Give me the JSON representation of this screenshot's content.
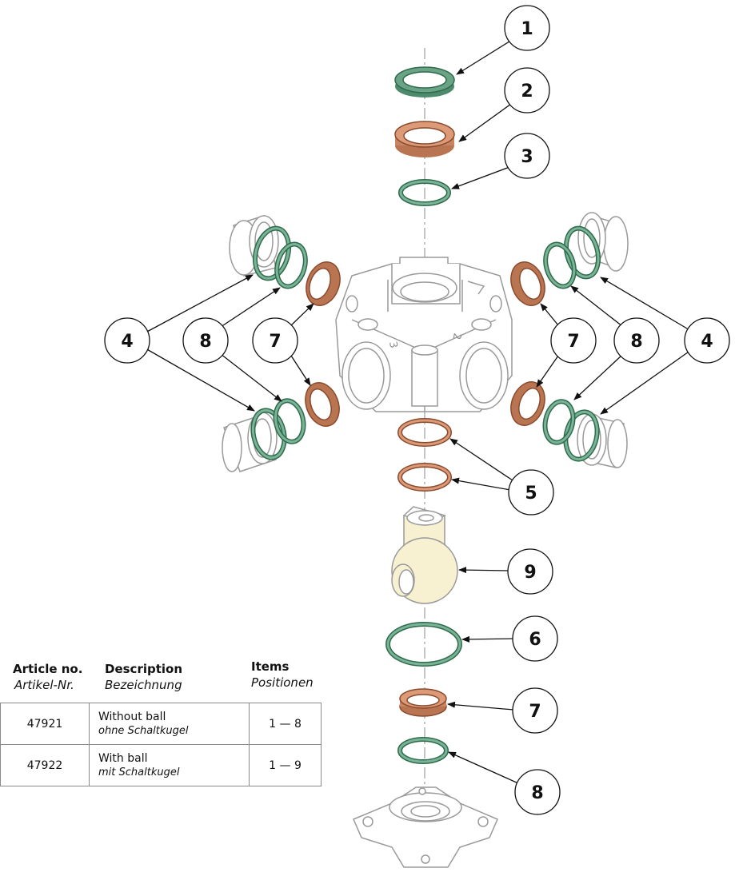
{
  "callouts": [
    {
      "id": "1",
      "label": "1"
    },
    {
      "id": "2",
      "label": "2"
    },
    {
      "id": "3",
      "label": "3"
    },
    {
      "id": "4L",
      "label": "4"
    },
    {
      "id": "8L",
      "label": "8"
    },
    {
      "id": "7L",
      "label": "7"
    },
    {
      "id": "7R",
      "label": "7"
    },
    {
      "id": "8R",
      "label": "8"
    },
    {
      "id": "4R",
      "label": "4"
    },
    {
      "id": "5",
      "label": "5"
    },
    {
      "id": "9",
      "label": "9"
    },
    {
      "id": "6",
      "label": "6"
    },
    {
      "id": "7B",
      "label": "7"
    },
    {
      "id": "8B",
      "label": "8"
    }
  ],
  "body_markings": [
    "3",
    "2"
  ],
  "table": {
    "headers": [
      {
        "en": "Article no.",
        "de": "Artikel-Nr."
      },
      {
        "en": "Description",
        "de": "Bezeichnung"
      },
      {
        "en": "Items",
        "de": "Positionen"
      }
    ],
    "rows": [
      {
        "article": "47921",
        "desc_en": "Without ball",
        "desc_de": "ohne Schaltkugel",
        "items": "1 — 8"
      },
      {
        "article": "47922",
        "desc_en": "With ball",
        "desc_de": "mit Schaltkugel",
        "items": "1 — 9"
      }
    ]
  },
  "colors": {
    "green_seal": "#5f9a7c",
    "green_dark": "#2e6b4c",
    "copper_seal": "#d08c6a",
    "copper_dark": "#8a4a2c",
    "ball": "#f7f1d2",
    "outline": "#9a9a9a"
  }
}
